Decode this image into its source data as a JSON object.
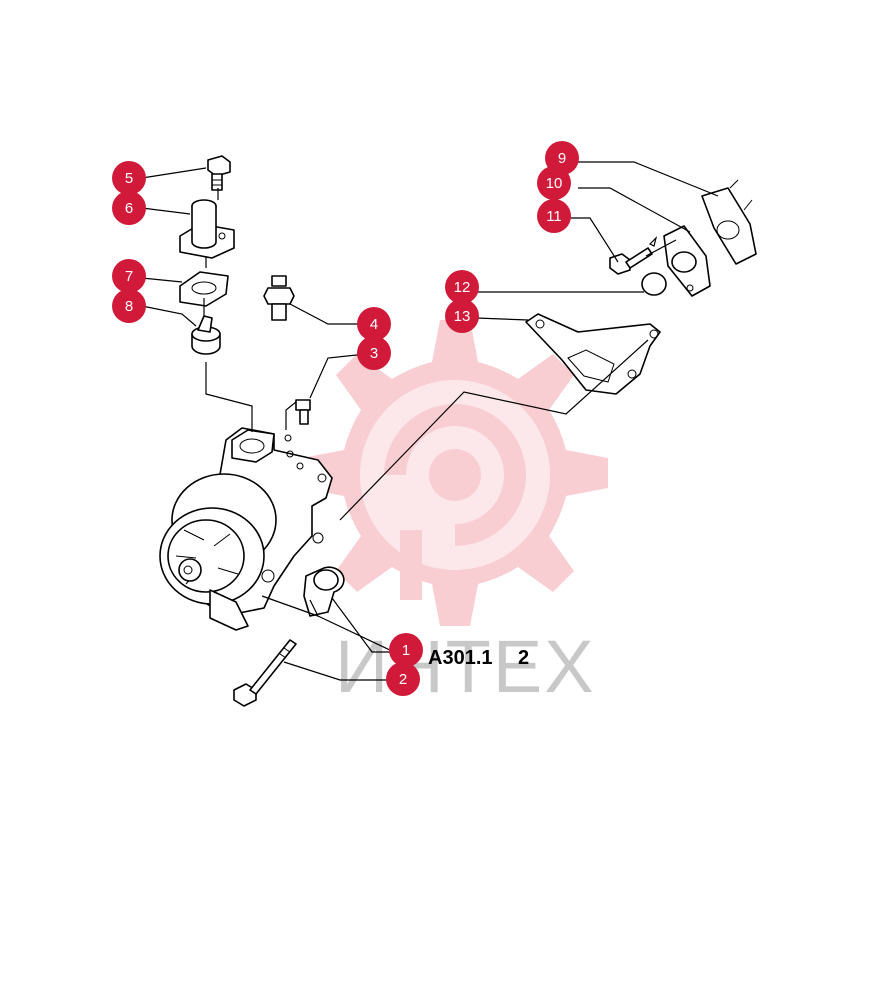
{
  "diagram": {
    "code_label": "A301.1",
    "sheet_number": "2",
    "watermark_text": "ИНТЕХ",
    "callout_color": "#d11a3a",
    "watermark_color": "#f5b8bd",
    "callouts": [
      "1",
      "2",
      "3",
      "4",
      "5",
      "6",
      "7",
      "8",
      "9",
      "10",
      "11",
      "12",
      "13"
    ]
  }
}
